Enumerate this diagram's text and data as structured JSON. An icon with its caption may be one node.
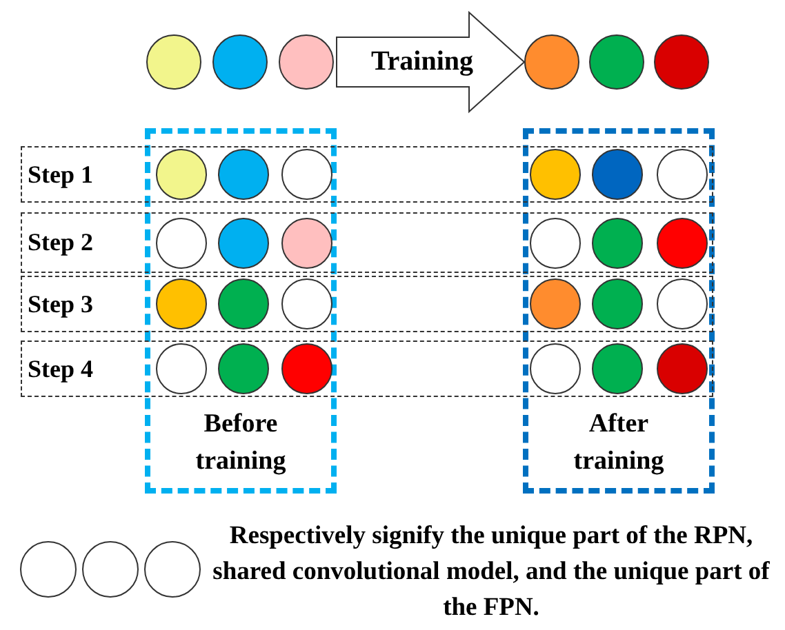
{
  "diagram": {
    "nodes": [
      {
        "text": [],
        "shape": "circle"
      },
      {
        "text": [],
        "shape": "circle"
      },
      {
        "text": [],
        "shape": "circle"
      },
      {
        "text": [],
        "shape": "circle"
      },
      {
        "text": [],
        "shape": "circle"
      },
      {
        "text": [],
        "shape": "circle"
      },
      {
        "text": [
          "Before training"
        ]
      },
      {
        "text": [
          "After training"
        ]
      },
      {
        "text": [
          "Step 1"
        ]
      },
      {
        "text": [
          "Step 2"
        ]
      },
      {
        "text": [
          "Step 3"
        ]
      },
      {
        "text": [
          "Step 4"
        ]
      },
      {
        "text": [],
        "shape": "circle"
      },
      {
        "text": [],
        "shape": "circle"
      },
      {
        "text": [],
        "shape": "circle"
      },
      {
        "text": [],
        "shape": "circle"
      },
      {
        "text": [],
        "shape": "circle"
      },
      {
        "text": [],
        "shape": "circle"
      },
      {
        "text": [],
        "shape": "circle"
      },
      {
        "text": [],
        "shape": "circle"
      },
      {
        "text": [],
        "shape": "circle"
      },
      {
        "text": [],
        "shape": "circle"
      },
      {
        "text": [],
        "shape": "circle"
      },
      {
        "text": [],
        "shape": "circle"
      },
      {
        "text": [],
        "shape": "circle"
      },
      {
        "text": [],
        "shape": "circle"
      },
      {
        "text": [],
        "shape": "circle"
      },
      {
        "text": [],
        "shape": "circle"
      },
      {
        "text": [],
        "shape": "circle"
      },
      {
        "text": [],
        "shape": "circle"
      },
      {
        "text": [],
        "shape": "circle"
      },
      {
        "text": [],
        "shape": "circle"
      },
      {
        "text": [],
        "shape": "circle"
      },
      {
        "text": [],
        "shape": "circle"
      },
      {
        "text": [],
        "shape": "circle"
      },
      {
        "text": [],
        "shape": "circle"
      }
    ],
    "edges": [
      {
        "from": 2,
        "to": 3,
        "arrow": "to",
        "label": "Training",
        "style": "thick"
      }
    ],
    "legend": [
      {
        "text": "Respectively signify the unique part of the RPN, shared convolutional model, and the unique part of the FPN."
      }
    ]
  }
}
